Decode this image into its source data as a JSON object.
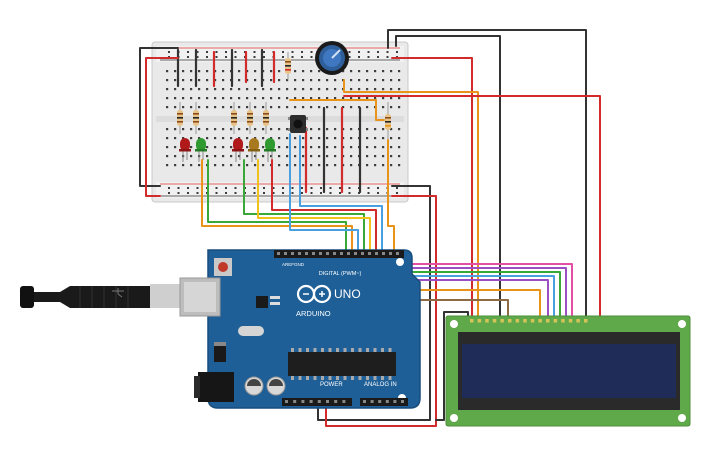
{
  "board": {
    "brand": "ARDUINO",
    "model": "UNO",
    "power_label": "POWER",
    "analog_label": "ANALOG IN",
    "digital_label": "DIGITAL (PWM~)",
    "aref_label": "AREF",
    "gnd_label": "GND"
  },
  "colors": {
    "board": "#1f5f97",
    "board_edge": "#184d7c",
    "breadboard": "#ececec",
    "lcd_pcb": "#5fa94a",
    "lcd_screen": "#1f2c57",
    "wire_red": "#d12b2b",
    "wire_black": "#3a3a3a",
    "wire_orange": "#e8941b",
    "wire_yellow": "#f2c21a",
    "wire_green": "#3aa836",
    "wire_blue": "#4a9fe0",
    "wire_purple": "#9b4fc2",
    "wire_brown": "#8b6a45",
    "wire_pink": "#e24fa5"
  },
  "leds": [
    {
      "color": "red"
    },
    {
      "color": "green"
    },
    {
      "color": "red"
    },
    {
      "color": "yellow"
    },
    {
      "color": "green"
    }
  ],
  "icons": [
    "usb-cable-icon",
    "potentiometer-icon",
    "pushbutton-icon",
    "reset-button-icon",
    "dc-jack-icon"
  ]
}
